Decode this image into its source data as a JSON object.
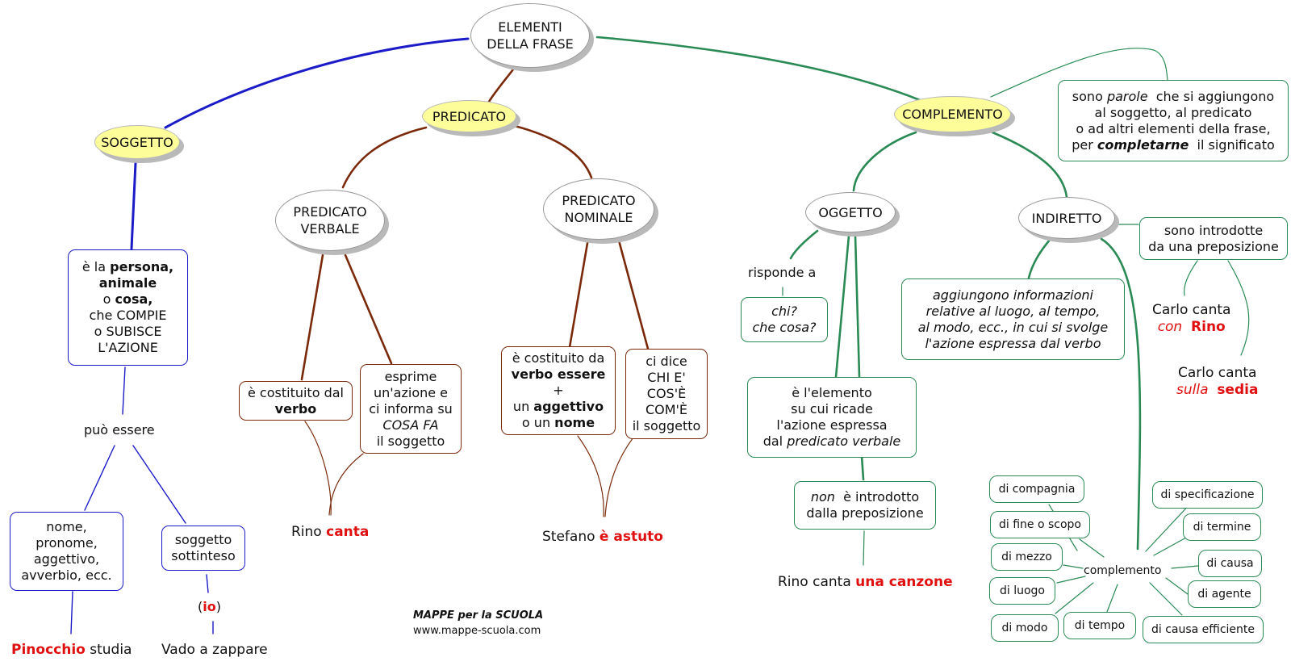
{
  "root": {
    "line1": "ELEMENTI",
    "line2": "DELLA FRASE"
  },
  "soggetto": {
    "title": "SOGGETTO",
    "def": {
      "l1a": "è la ",
      "l1b": "persona,",
      "l2": "animale",
      "l3a": "o ",
      "l3b": "cosa,",
      "l4": "che COMPIE",
      "l5": "o SUBISCE",
      "l6": "L'AZIONE"
    },
    "puo_essere": "può essere",
    "types_box": [
      "nome,",
      "pronome,",
      "aggettivo,",
      "avverbio, ecc."
    ],
    "sottinteso_box": [
      "soggetto",
      "sottinteso"
    ],
    "io": {
      "open": "(",
      "word": "io",
      "close": ")"
    },
    "example1": {
      "subject": "Pinocchio",
      "rest": " studia"
    },
    "example2": "Vado a zappare"
  },
  "predicato": {
    "title": "PREDICATO",
    "verbale": {
      "title": [
        "PREDICATO",
        "VERBALE"
      ],
      "box1": {
        "l1": "è costituito dal",
        "l2": "verbo"
      },
      "box2": {
        "l1": "esprime",
        "l2": "un'azione e",
        "l3": "ci informa su",
        "l4": "COSA FA",
        "l5": "il soggetto"
      },
      "example": {
        "subject": "Rino ",
        "verb": "canta"
      }
    },
    "nominale": {
      "title": [
        "PREDICATO",
        "NOMINALE"
      ],
      "box1": {
        "l1": "è costituito da",
        "l2": "verbo essere",
        "l3": "+",
        "l4a": "un ",
        "l4b": "aggettivo",
        "l5a": "o un ",
        "l5b": "nome"
      },
      "box2": [
        "ci dice",
        "CHI E'",
        "COS'È",
        "COM'È",
        "il soggetto"
      ],
      "example": {
        "subject": "Stefano ",
        "verb": "è astuto"
      }
    }
  },
  "complemento": {
    "title": "COMPLEMENTO",
    "definition": {
      "l1a": "sono ",
      "l1b": "parole",
      "l1c": "  che si aggiungono",
      "l2": "al soggetto, al predicato",
      "l3": "o ad altri elementi della frase,",
      "l4a": "per ",
      "l4b": "completarne",
      "l4c": "  il significato"
    },
    "oggetto": {
      "title": "OGGETTO",
      "risponde": "risponde a",
      "questions": [
        "chi?",
        "che cosa?"
      ],
      "box1": {
        "l1": "è l'elemento",
        "l2": "su cui ricade",
        "l3": "l'azione espressa",
        "l4a": "dal ",
        "l4b": "predicato verbale"
      },
      "box2": {
        "l1a": "non",
        "l1b": "  è introdotto",
        "l2": "dalla preposizione"
      },
      "example": {
        "subject": "Rino canta ",
        "object": "una canzone"
      }
    },
    "indiretto": {
      "title": "INDIRETTO",
      "prep_box": [
        "sono introdotte",
        "da una preposizione"
      ],
      "info_box": [
        "aggiungono informazioni",
        "relative al luogo, al tempo,",
        "al modo, ecc., in cui si svolge",
        "l'azione espressa dal verbo"
      ],
      "example1": {
        "l1": "Carlo canta",
        "prep": "con",
        "word": "Rino"
      },
      "example2": {
        "l1": "Carlo canta",
        "prep": "sulla",
        "word": "sedia"
      },
      "hub": "complemento",
      "types": [
        "di compagnia",
        "di fine o scopo",
        "di mezzo",
        "di luogo",
        "di modo",
        "di tempo",
        "di specificazione",
        "di termine",
        "di causa",
        "di agente",
        "di causa efficiente"
      ]
    }
  },
  "footer": {
    "title": "MAPPE per la SCUOLA",
    "url": "www.mappe-scuola.com"
  },
  "colors": {
    "blue": "#1b1bc8",
    "brown": "#7a2a0a",
    "green": "#2a8a55",
    "red": "#e01010",
    "yellow": "#fdfd9a"
  }
}
